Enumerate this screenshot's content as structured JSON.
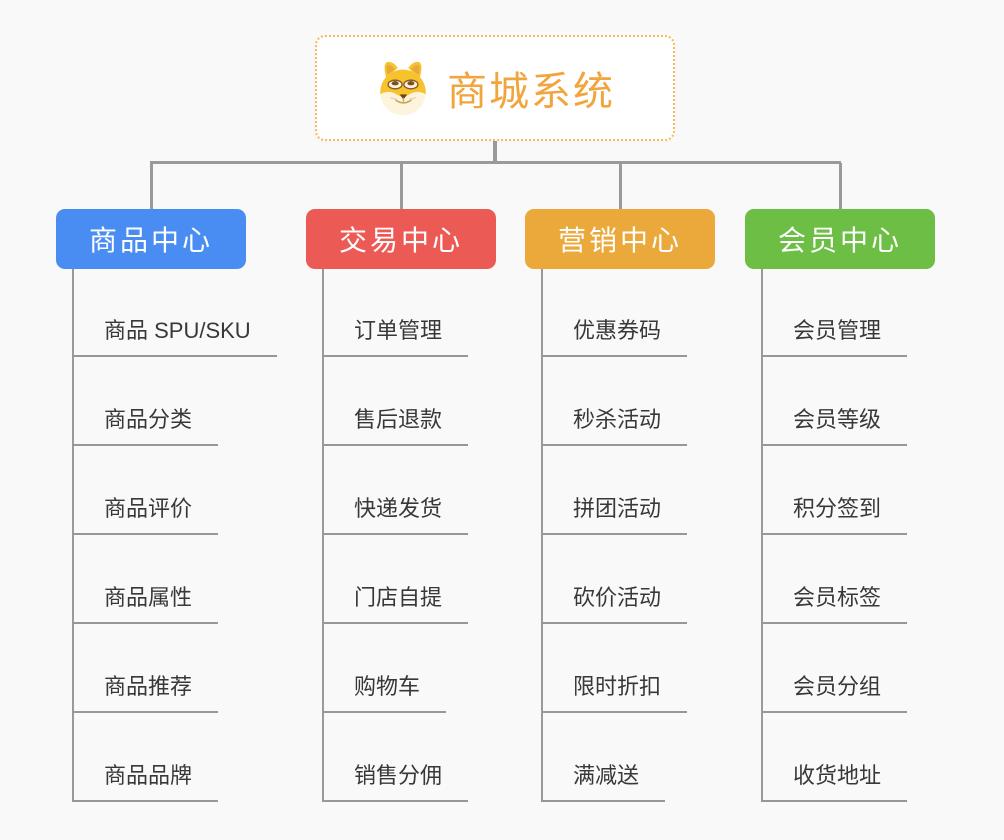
{
  "root": {
    "title": "商城系统",
    "icon": "shiba-dog-icon",
    "title_color": "#f1a53d",
    "border_color": "#f6bb55"
  },
  "connector_color": "#9a9a9a",
  "branches": [
    {
      "label": "商品中心",
      "color": "#4a8df2",
      "items": [
        "商品 SPU/SKU",
        "商品分类",
        "商品评价",
        "商品属性",
        "商品推荐",
        "商品品牌"
      ]
    },
    {
      "label": "交易中心",
      "color": "#ec5a55",
      "items": [
        "订单管理",
        "售后退款",
        "快递发货",
        "门店自提",
        "购物车",
        "销售分佣"
      ]
    },
    {
      "label": "营销中心",
      "color": "#eba83b",
      "items": [
        "优惠券码",
        "秒杀活动",
        "拼团活动",
        "砍价活动",
        "限时折扣",
        "满减送"
      ]
    },
    {
      "label": "会员中心",
      "color": "#6cbe45",
      "items": [
        "会员管理",
        "会员等级",
        "积分签到",
        "会员标签",
        "会员分组",
        "收货地址"
      ]
    }
  ]
}
